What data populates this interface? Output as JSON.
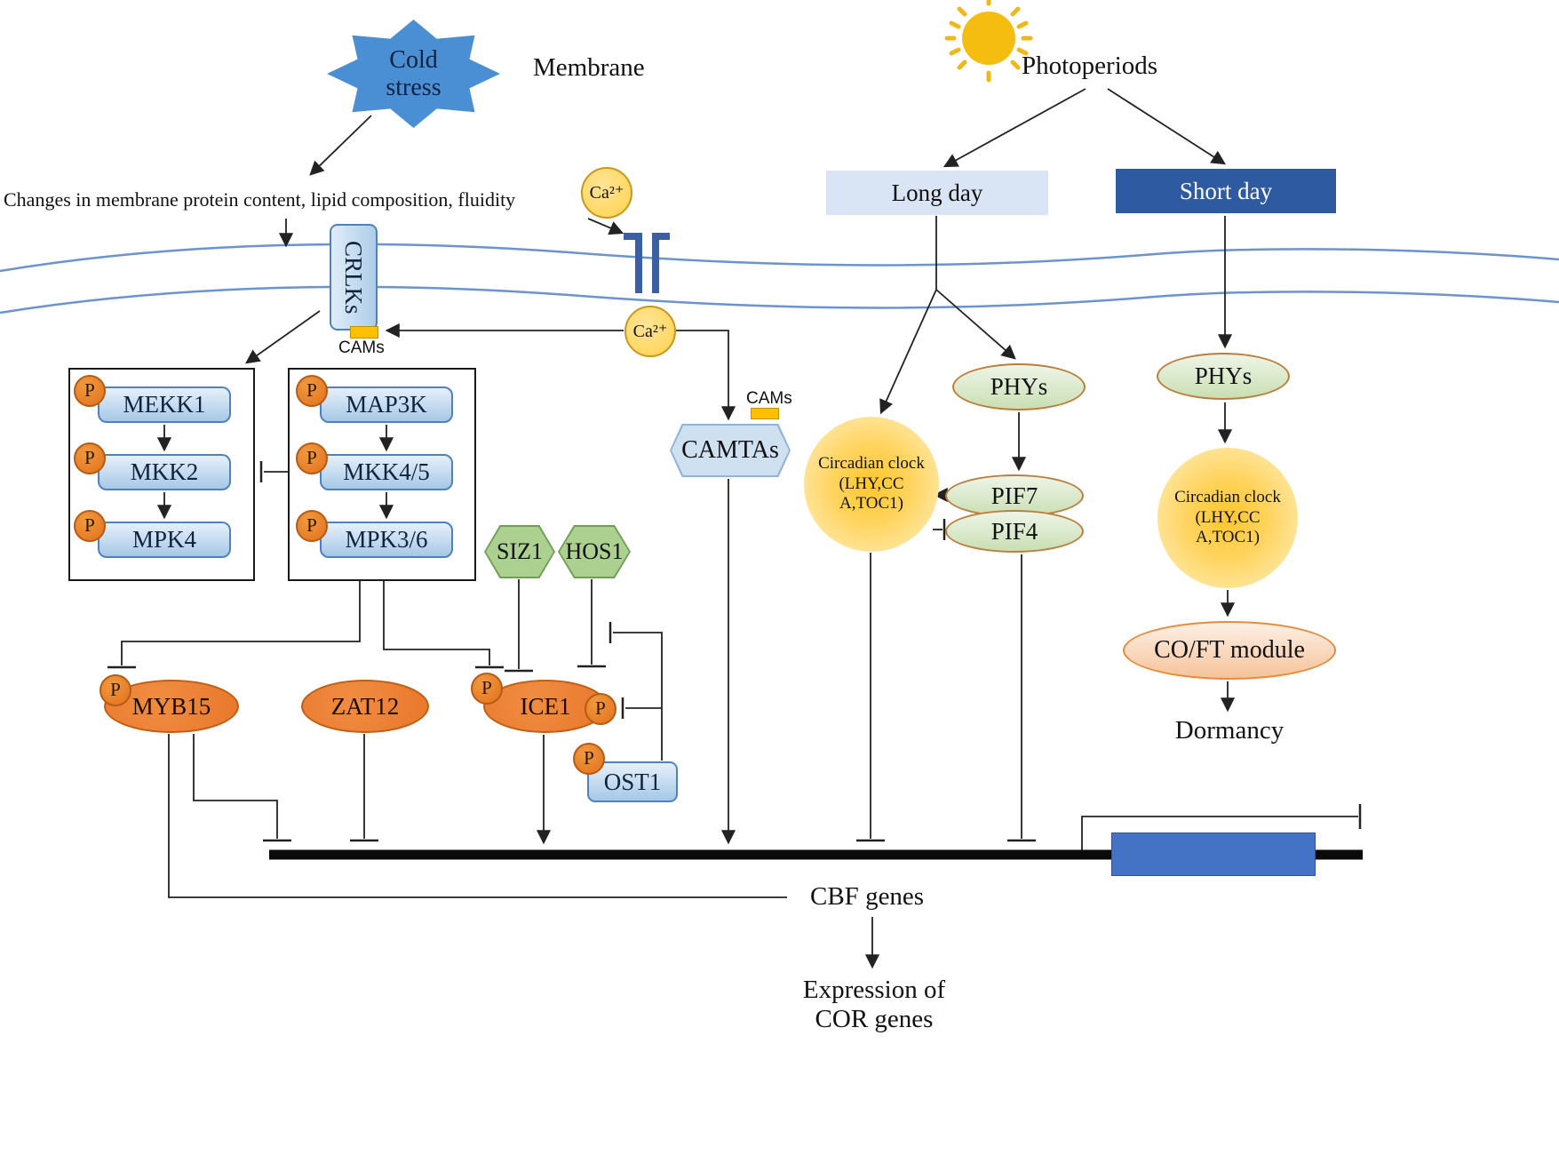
{
  "labels": {
    "cold_stress": "Cold stress",
    "membrane": "Membrane",
    "photoperiods": "Photoperiods",
    "changes_text": "Changes in membrane protein content, lipid composition, fluidity",
    "long_day": "Long day",
    "short_day": "Short day",
    "crlks": "CRLKs",
    "cams_left": "CAMs",
    "cams_right": "CAMs",
    "ca_top": "Ca²⁺",
    "ca_bottom": "Ca²⁺",
    "camtas": "CAMTAs",
    "p": "P",
    "mekk1": "MEKK1",
    "mkk2": "MKK2",
    "mpk4": "MPK4",
    "map3k": "MAP3K",
    "mkk45": "MKK4/5",
    "mpk36": "MPK3/6",
    "siz1": "SIZ1",
    "hos1": "HOS1",
    "myb15": "MYB15",
    "zat12": "ZAT12",
    "ice1": "ICE1",
    "ost1": "OST1",
    "circadian_left": "Circadian clock (LHY,CC A,TOC1)",
    "circadian_right": "Circadian clock (LHY,CC A,TOC1)",
    "phys_left": "PHYs",
    "phys_right": "PHYs",
    "pif7": "PIF7",
    "pif4": "PIF4",
    "coft": "CO/FT module",
    "dormancy": "Dormancy",
    "cbf_genes": "CBF genes",
    "expression": "Expression of COR genes"
  },
  "colors": {
    "star_blue": "#4a8fd4",
    "membrane_blue": "#6b93cf",
    "long_day_bg": "#d9e5f4",
    "short_day_bg": "#2d5aa0",
    "kinase_fill": "#b9d5ee",
    "node_orange": "#e8762a",
    "p_orange": "#e2701d",
    "hex_green": "#abd08f",
    "ellipse_green": "#d8e9c6",
    "clock_gold": "#ffd24d",
    "cams_gold": "#ffc000",
    "camtas_blue": "#cfe0f1",
    "gene_bar_blue": "#4472c4",
    "coft_fill": "#f9d5b8",
    "sun_gold": "#f5bd10"
  }
}
